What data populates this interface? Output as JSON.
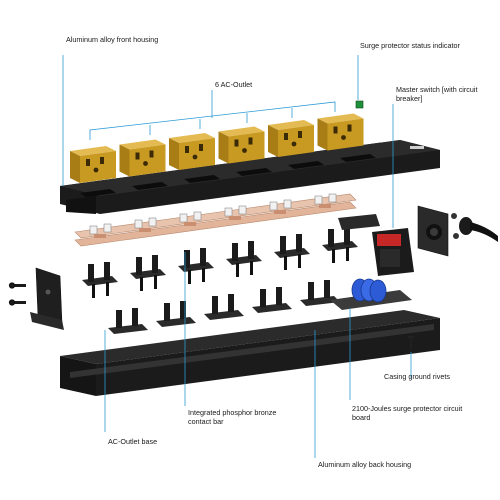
{
  "labels": {
    "front_housing": "Aluminum alloy front housing",
    "status_indicator": "Surge protector status indicator",
    "ac_outlet": "6 AC-Outlet",
    "master_switch": "Master switch [with circuit breaker]",
    "ground_rivets": "Casing ground rivets",
    "surge_board": "2100-Joules surge protector circuit board",
    "contact_bar": "Integrated phosphor bronze contact bar",
    "outlet_base": "AC-Outlet base",
    "back_housing": "Aluminum alloy back housing"
  },
  "colors": {
    "leader": "#2a9bd6",
    "housing": "#1b1b1b",
    "outlet_gold": "#c99a22",
    "bronze": "#d9a78a",
    "switch_red": "#c62828",
    "capacitor_blue": "#2d5bd6",
    "indicator_green": "#1f8f3a"
  },
  "outlet_count": 6,
  "icons": [
    "screw-icon",
    "end-cap-icon",
    "power-cord-icon",
    "capacitor-icon"
  ]
}
